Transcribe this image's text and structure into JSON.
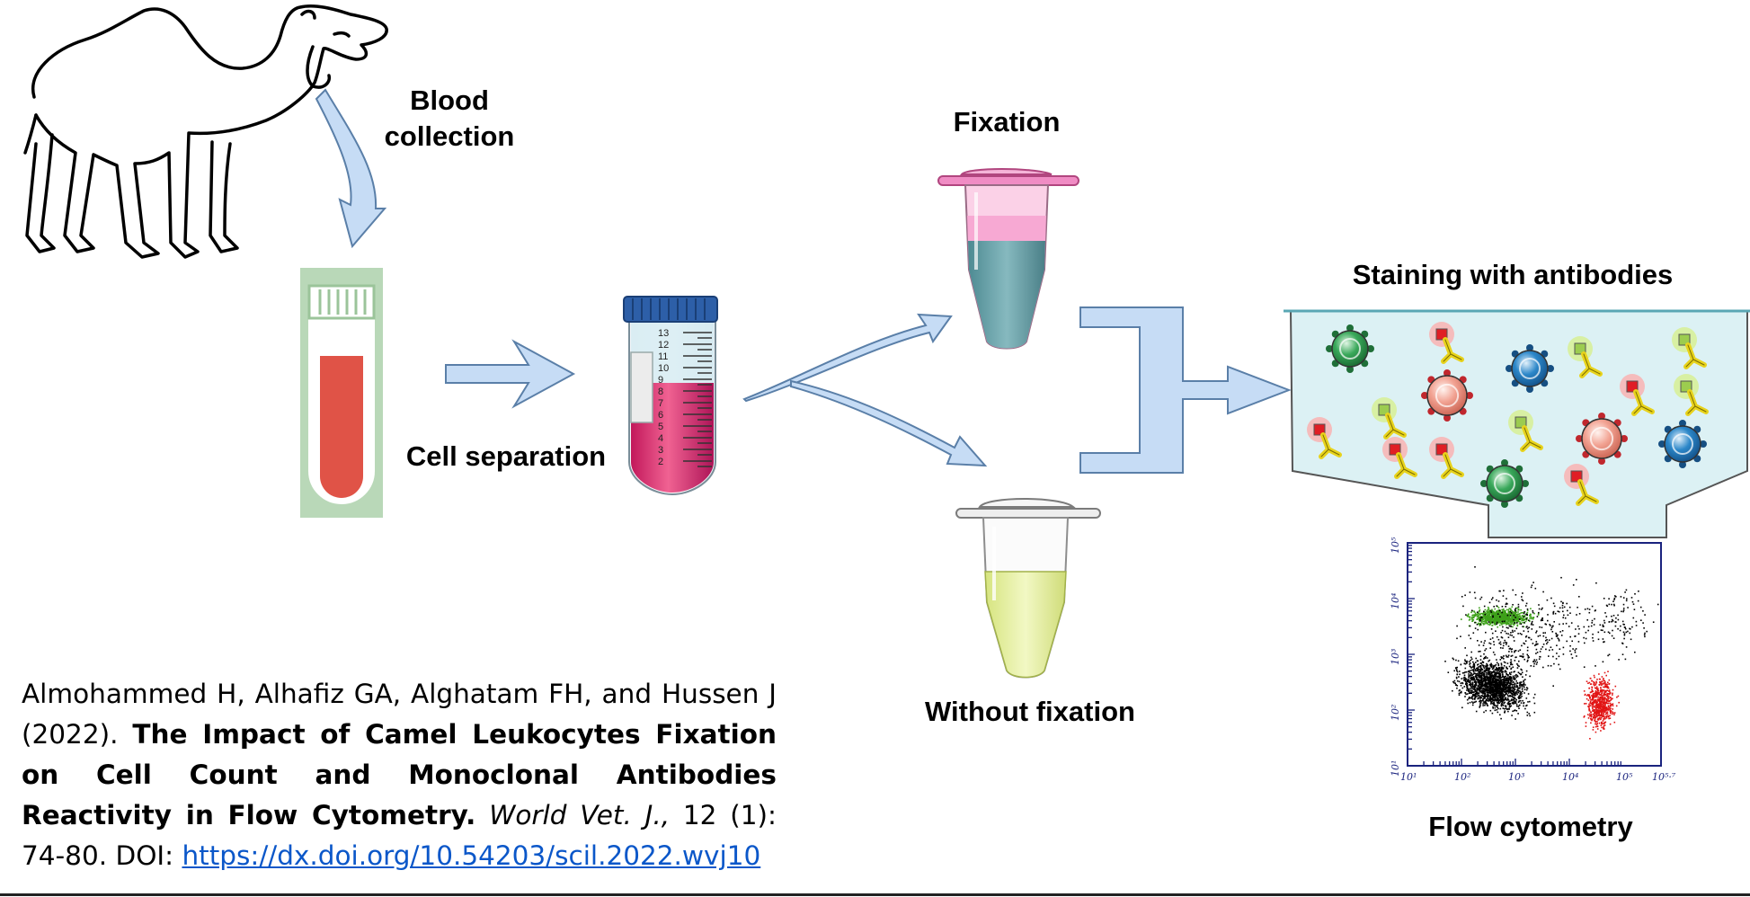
{
  "labels": {
    "blood_collection_1": "Blood",
    "blood_collection_2": "collection",
    "cell_separation": "Cell separation",
    "fixation": "Fixation",
    "without_fixation": "Without fixation",
    "staining": "Staining with antibodies",
    "flow_cytometry": "Flow cytometry"
  },
  "citation": {
    "authors": "Almohammed H, Alhafiz GA, Alghatam FH, and Hussen J (2022).",
    "title": "The Impact of Camel Leukocytes Fixation on Cell Count and Monoclonal Antibodies Reactivity in Flow Cytometry.",
    "journal": "World Vet. J.,",
    "volume_pages": "12 (1): 74-80. DOI:",
    "doi_url": "https://dx.doi.org/10.54203/scil.2022.wvj10"
  },
  "centrifuge_tube_scale": [
    "13",
    "12",
    "11",
    "10",
    "9",
    "8",
    "7",
    "6",
    "5",
    "4",
    "3",
    "2"
  ],
  "cytometry_axes": {
    "x_ticks": [
      "10¹",
      "10²",
      "10³",
      "10⁴",
      "10⁵",
      "10⁵·⁷"
    ],
    "y_ticks": [
      "10¹",
      "10²",
      "10³",
      "10⁴",
      "10⁵"
    ]
  },
  "colors": {
    "arrow_fill": "#c6dcf5",
    "arrow_stroke": "#5a7fa8",
    "blood": "#e05347",
    "tube_frame": "#b9d8b8",
    "pink": "#f08cc4",
    "teal": "#5f99a0",
    "yellow_green": "#e8f2a8",
    "staining_bg": "#dcf1f4",
    "cell_green": "#2f9a4e",
    "cell_blue": "#1e74b8",
    "cell_salmon": "#e8877a",
    "dots_green": "#3ea11a",
    "dots_black": "#000000",
    "dots_red": "#e11414"
  }
}
